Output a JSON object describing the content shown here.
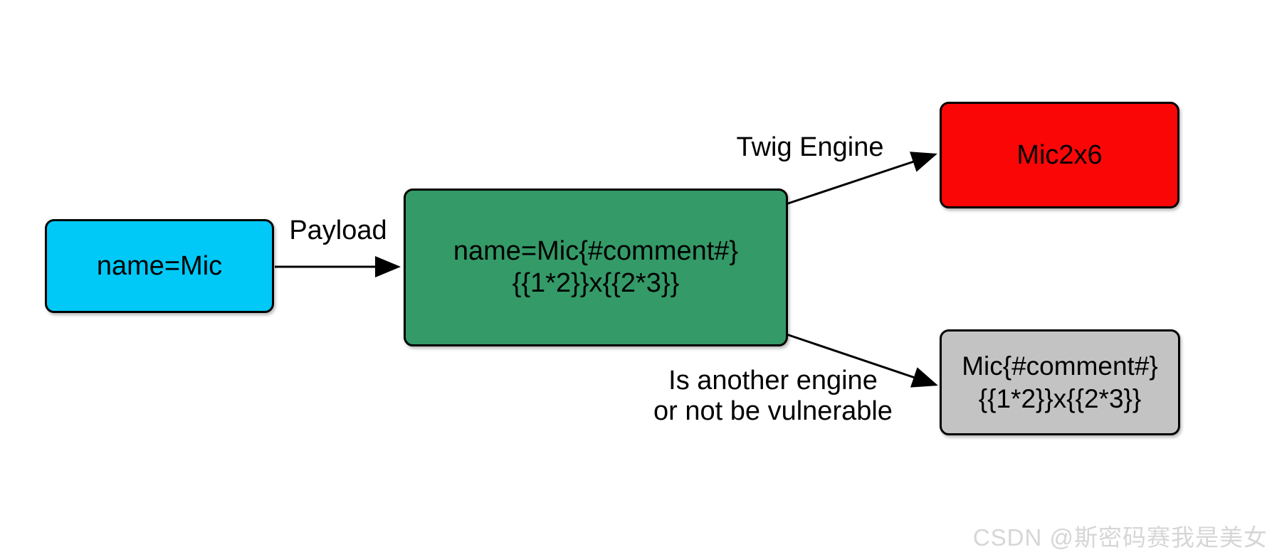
{
  "diagram": {
    "nodes": {
      "input": {
        "label": "name=Mic",
        "fill": "#00c9f7"
      },
      "payload": {
        "line1": "name=Mic{#comment#}",
        "line2": "{{1*2}}x{{2*3}}",
        "fill": "#349a68"
      },
      "twig_result": {
        "label": "Mic2x6",
        "fill": "#fb0606"
      },
      "other_result": {
        "line1": "Mic{#comment#}",
        "line2": "{{1*2}}x{{2*3}}",
        "fill": "#c3c3c3"
      }
    },
    "labels": {
      "payload_edge": "Payload",
      "twig_edge": "Twig Engine",
      "other_edge_line1": "Is another engine",
      "other_edge_line2": "or not be vulnerable"
    },
    "stroke_color": "#000000"
  },
  "watermark": {
    "text": "CSDN @斯密码赛我是美女",
    "color": "#d6d6d6"
  }
}
